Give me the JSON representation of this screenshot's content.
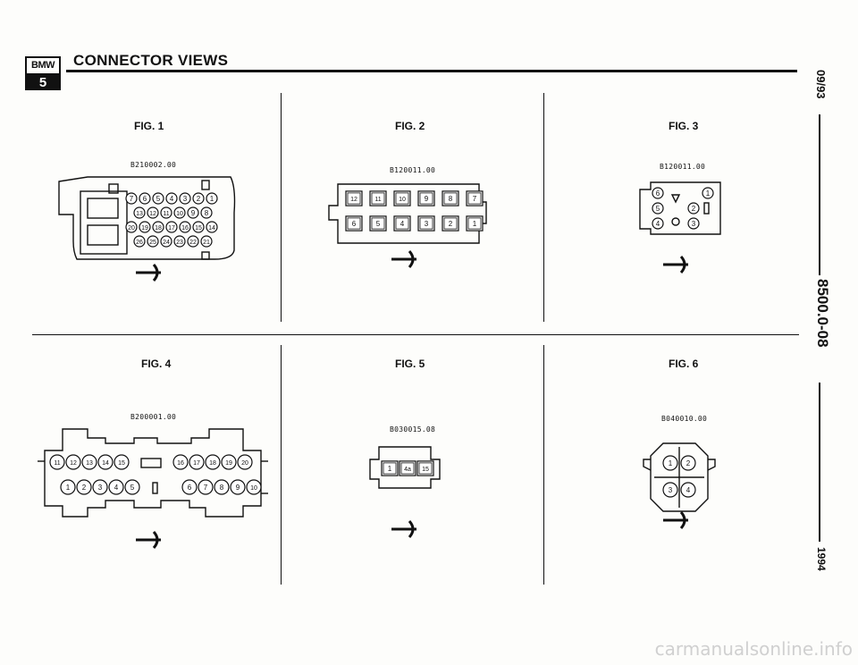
{
  "header": {
    "logo_top": "BMW",
    "logo_bottom": "5",
    "title": "CONNECTOR VIEWS"
  },
  "side": {
    "top": "09/93",
    "middle": "8500.0-08",
    "bottom": "1994"
  },
  "figures": [
    {
      "label": "FIG. 1",
      "code": "B210002.00"
    },
    {
      "label": "FIG. 2",
      "code": "B120011.00"
    },
    {
      "label": "FIG. 3",
      "code": "B120011.00"
    },
    {
      "label": "FIG. 4",
      "code": "B200001.00"
    },
    {
      "label": "FIG. 5",
      "code": "B030015.08"
    },
    {
      "label": "FIG. 6",
      "code": "B040010.00"
    }
  ],
  "pins": {
    "fig1_row1": [
      "7",
      "6",
      "5",
      "4",
      "3",
      "2",
      "1"
    ],
    "fig1_row2": [
      "13",
      "12",
      "11",
      "10",
      "9",
      "8"
    ],
    "fig1_row3": [
      "20",
      "19",
      "18",
      "17",
      "16",
      "15",
      "14"
    ],
    "fig1_row4": [
      "26",
      "25",
      "24",
      "23",
      "22",
      "21"
    ],
    "fig2_row1": [
      "12",
      "11",
      "10",
      "9",
      "8",
      "7"
    ],
    "fig2_row2": [
      "6",
      "5",
      "4",
      "3",
      "2",
      "1"
    ],
    "fig3": [
      "6",
      "5",
      "4",
      "1",
      "2",
      "3"
    ],
    "fig4_row1": [
      "11",
      "12",
      "13",
      "14",
      "15",
      "16",
      "17",
      "18",
      "19",
      "20"
    ],
    "fig4_row2": [
      "1",
      "2",
      "3",
      "4",
      "5",
      "6",
      "7",
      "8",
      "9",
      "10"
    ],
    "fig5": [
      "1",
      "4a",
      "15"
    ],
    "fig6": [
      "1",
      "2",
      "3",
      "4"
    ]
  },
  "footer": "carmanualsonline.info",
  "colors": {
    "ink": "#111111",
    "paper": "#fdfdfb",
    "watermark": "#d0d0d0"
  }
}
